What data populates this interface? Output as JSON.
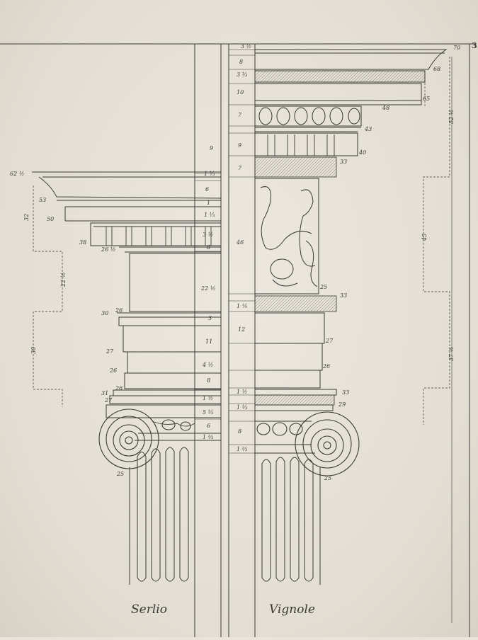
{
  "plate": {
    "number": "3",
    "labels": {
      "left": "Serlio",
      "right": "Vignole"
    },
    "ink": "#3a3935",
    "paper": "#e6e2d8"
  },
  "serlio_marks": [
    {
      "id": "s1",
      "text": "62 ½"
    },
    {
      "id": "s2",
      "text": "53"
    },
    {
      "id": "s3",
      "text": "50"
    },
    {
      "id": "s4",
      "text": "38"
    },
    {
      "id": "s5",
      "text": "26 ½"
    },
    {
      "id": "s6",
      "text": "30"
    },
    {
      "id": "s7",
      "text": "26"
    },
    {
      "id": "s8",
      "text": "27"
    },
    {
      "id": "s9",
      "text": "26"
    },
    {
      "id": "s10",
      "text": "31"
    },
    {
      "id": "s11",
      "text": "26"
    },
    {
      "id": "s12",
      "text": "27"
    },
    {
      "id": "s13",
      "text": "25"
    },
    {
      "id": "s14",
      "text": "32"
    },
    {
      "id": "s15",
      "text": "22 ½"
    },
    {
      "id": "s16",
      "text": "30"
    }
  ],
  "vignole_marks": [
    {
      "id": "v1",
      "text": "70"
    },
    {
      "id": "v2",
      "text": "68"
    },
    {
      "id": "v3",
      "text": "65"
    },
    {
      "id": "v4",
      "text": "48"
    },
    {
      "id": "v5",
      "text": "43"
    },
    {
      "id": "v6",
      "text": "40"
    },
    {
      "id": "v7",
      "text": "33"
    },
    {
      "id": "v8",
      "text": "25"
    },
    {
      "id": "v9",
      "text": "33"
    },
    {
      "id": "v10",
      "text": "27"
    },
    {
      "id": "v11",
      "text": "26"
    },
    {
      "id": "v12",
      "text": "33"
    },
    {
      "id": "v13",
      "text": "29"
    },
    {
      "id": "v14",
      "text": "25"
    },
    {
      "id": "v15",
      "text": "52 ½"
    },
    {
      "id": "v16",
      "text": "45"
    },
    {
      "id": "v17",
      "text": "37 ½"
    }
  ],
  "scale_column": [
    "3 ½",
    "8",
    "3 ⅓",
    "10",
    "7",
    "9",
    "7",
    "9",
    "1 ⅓",
    "6",
    "1",
    "1 ⅓",
    "3 ½",
    "8",
    "46",
    "22 ½",
    "3",
    "1 ¼",
    "12",
    "11",
    "4 ½",
    "8",
    "1 ½",
    "1 ½",
    "5 ⅓",
    "1 ⅓",
    "6",
    "8",
    "1 ⅔",
    "1 ⅔"
  ]
}
